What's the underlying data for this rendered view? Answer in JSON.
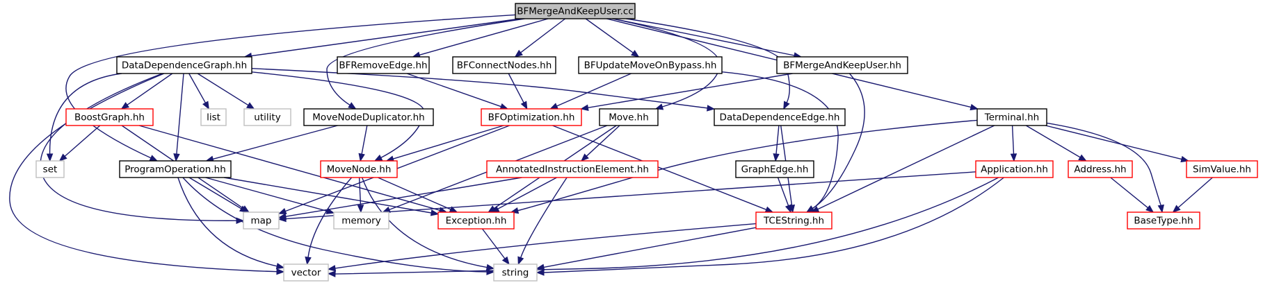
{
  "colors": {
    "edge": "#191970",
    "root_fill": "#bfbfbf",
    "documented_border": "#000000",
    "incomplete_border": "#ff0000",
    "external_border": "#bfbfbf"
  },
  "nodes": [
    {
      "id": "root",
      "label": "BFMergeAndKeepUser.cc",
      "style": "root"
    },
    {
      "id": "ddg",
      "label": "DataDependenceGraph.hh",
      "style": "documented"
    },
    {
      "id": "bfre",
      "label": "BFRemoveEdge.hh",
      "style": "documented"
    },
    {
      "id": "bfcn",
      "label": "BFConnectNodes.hh",
      "style": "documented"
    },
    {
      "id": "bfum",
      "label": "BFUpdateMoveOnBypass.hh",
      "style": "documented"
    },
    {
      "id": "bfmk",
      "label": "BFMergeAndKeepUser.hh",
      "style": "documented"
    },
    {
      "id": "bg",
      "label": "BoostGraph.hh",
      "style": "incomplete"
    },
    {
      "id": "list",
      "label": "list",
      "style": "external"
    },
    {
      "id": "utility",
      "label": "utility",
      "style": "external"
    },
    {
      "id": "mnd",
      "label": "MoveNodeDuplicator.hh",
      "style": "documented"
    },
    {
      "id": "bfopt",
      "label": "BFOptimization.hh",
      "style": "incomplete"
    },
    {
      "id": "move",
      "label": "Move.hh",
      "style": "documented"
    },
    {
      "id": "dde",
      "label": "DataDependenceEdge.hh",
      "style": "documented"
    },
    {
      "id": "term",
      "label": "Terminal.hh",
      "style": "documented"
    },
    {
      "id": "set",
      "label": "set",
      "style": "external"
    },
    {
      "id": "po",
      "label": "ProgramOperation.hh",
      "style": "documented"
    },
    {
      "id": "mn",
      "label": "MoveNode.hh",
      "style": "incomplete"
    },
    {
      "id": "aie",
      "label": "AnnotatedInstructionElement.hh",
      "style": "incomplete"
    },
    {
      "id": "ge",
      "label": "GraphEdge.hh",
      "style": "documented"
    },
    {
      "id": "app",
      "label": "Application.hh",
      "style": "incomplete"
    },
    {
      "id": "addr",
      "label": "Address.hh",
      "style": "incomplete"
    },
    {
      "id": "sim",
      "label": "SimValue.hh",
      "style": "incomplete"
    },
    {
      "id": "map",
      "label": "map",
      "style": "external"
    },
    {
      "id": "memory",
      "label": "memory",
      "style": "external"
    },
    {
      "id": "exc",
      "label": "Exception.hh",
      "style": "incomplete"
    },
    {
      "id": "tce",
      "label": "TCEString.hh",
      "style": "incomplete"
    },
    {
      "id": "bt",
      "label": "BaseType.hh",
      "style": "incomplete"
    },
    {
      "id": "vector",
      "label": "vector",
      "style": "external"
    },
    {
      "id": "string",
      "label": "string",
      "style": "external"
    }
  ],
  "edges": [
    [
      "root",
      "ddg"
    ],
    [
      "root",
      "bfre"
    ],
    [
      "root",
      "bfcn"
    ],
    [
      "root",
      "bfum"
    ],
    [
      "root",
      "bfmk"
    ],
    [
      "root",
      "term"
    ],
    [
      "root",
      "po"
    ],
    [
      "root",
      "mnd"
    ],
    [
      "root",
      "move"
    ],
    [
      "root",
      "dde"
    ],
    [
      "ddg",
      "bg"
    ],
    [
      "ddg",
      "list"
    ],
    [
      "ddg",
      "utility"
    ],
    [
      "ddg",
      "set"
    ],
    [
      "ddg",
      "po"
    ],
    [
      "ddg",
      "mn"
    ],
    [
      "ddg",
      "map"
    ],
    [
      "ddg",
      "vector"
    ],
    [
      "ddg",
      "dde"
    ],
    [
      "bfre",
      "bfopt"
    ],
    [
      "bfcn",
      "bfopt"
    ],
    [
      "bfum",
      "bfopt"
    ],
    [
      "bfum",
      "tce"
    ],
    [
      "bfmk",
      "bfopt"
    ],
    [
      "bfmk",
      "tce"
    ],
    [
      "bg",
      "set"
    ],
    [
      "bg",
      "map"
    ],
    [
      "bg",
      "exc"
    ],
    [
      "mnd",
      "po"
    ],
    [
      "mnd",
      "mn"
    ],
    [
      "bfopt",
      "mn"
    ],
    [
      "bfopt",
      "tce"
    ],
    [
      "bfopt",
      "map"
    ],
    [
      "move",
      "aie"
    ],
    [
      "move",
      "exc"
    ],
    [
      "move",
      "memory"
    ],
    [
      "dde",
      "ge"
    ],
    [
      "dde",
      "tce"
    ],
    [
      "term",
      "app"
    ],
    [
      "term",
      "addr"
    ],
    [
      "term",
      "sim"
    ],
    [
      "term",
      "tce"
    ],
    [
      "term",
      "bt"
    ],
    [
      "term",
      "exc"
    ],
    [
      "po",
      "map"
    ],
    [
      "po",
      "memory"
    ],
    [
      "po",
      "exc"
    ],
    [
      "po",
      "vector"
    ],
    [
      "po",
      "string"
    ],
    [
      "mn",
      "memory"
    ],
    [
      "mn",
      "exc"
    ],
    [
      "mn",
      "vector"
    ],
    [
      "mn",
      "string"
    ],
    [
      "aie",
      "map"
    ],
    [
      "aie",
      "exc"
    ],
    [
      "aie",
      "string"
    ],
    [
      "ge",
      "tce"
    ],
    [
      "app",
      "map"
    ],
    [
      "app",
      "vector"
    ],
    [
      "app",
      "string"
    ],
    [
      "addr",
      "bt"
    ],
    [
      "sim",
      "bt"
    ],
    [
      "exc",
      "string"
    ],
    [
      "tce",
      "vector"
    ],
    [
      "tce",
      "string"
    ]
  ]
}
